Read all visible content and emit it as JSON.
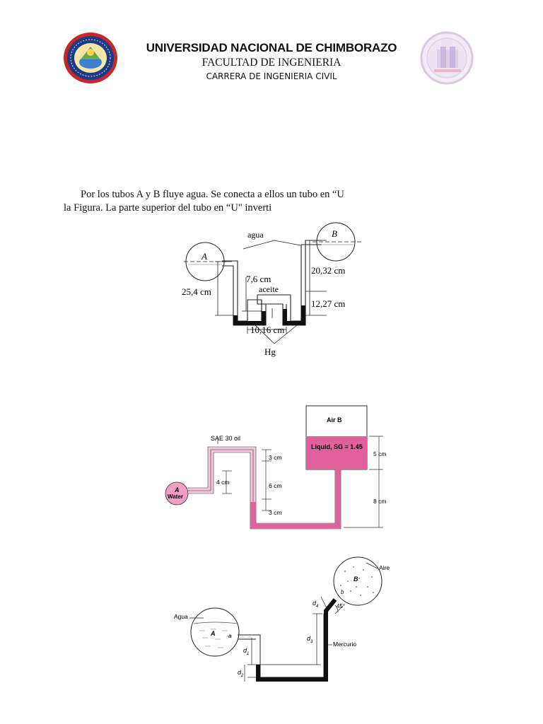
{
  "header": {
    "university": "UNIVERSIDAD NACIONAL DE CHIMBORAZO",
    "faculty": "FACULTAD DE INGENIERIA",
    "career": "CARRERA DE INGENIERIA CIVIL"
  },
  "paragraph": {
    "line1": "Por los tubos A y B fluye agua. Se conecta a ellos un tubo en “U",
    "line2": "la Figura. La parte superior del tubo en “U\" inverti"
  },
  "figure1": {
    "label_a": "A",
    "label_b": "B",
    "agua": "agua",
    "aceite": "aceite",
    "hg": "Hg",
    "dim_7_6": "7,6 cm",
    "dim_25_4": "25,4 cm",
    "dim_20_32": "20,32 cm",
    "dim_12_27": "12,27 cm",
    "dim_10_16": "10,16 cm"
  },
  "figure2": {
    "air_b": "Air B",
    "liquid": "Liquid, SG = 1.45",
    "oil": "SAE 30 oil",
    "water_a": "A",
    "water": "Water",
    "d3a": "3 cm",
    "d6": "6 cm",
    "d3b": "3 cm",
    "d4": "4 cm",
    "d5": "5 cm",
    "d8": "8 cm"
  },
  "figure3": {
    "agua": "Agua",
    "aire": "Aire",
    "mercurio": "Mercurio",
    "label_a": "A",
    "label_b": "B",
    "pt_a": "a",
    "pt_b": "b",
    "d1": "d",
    "d1s": "1",
    "d2": "d",
    "d2s": "2",
    "d3": "d",
    "d3s": "3",
    "d4": "d",
    "d4s": "4",
    "angle": "45°"
  },
  "colors": {
    "pink": "#e0619c",
    "light_pink": "#f3c6dc",
    "mercury": "#1a1a1a"
  }
}
